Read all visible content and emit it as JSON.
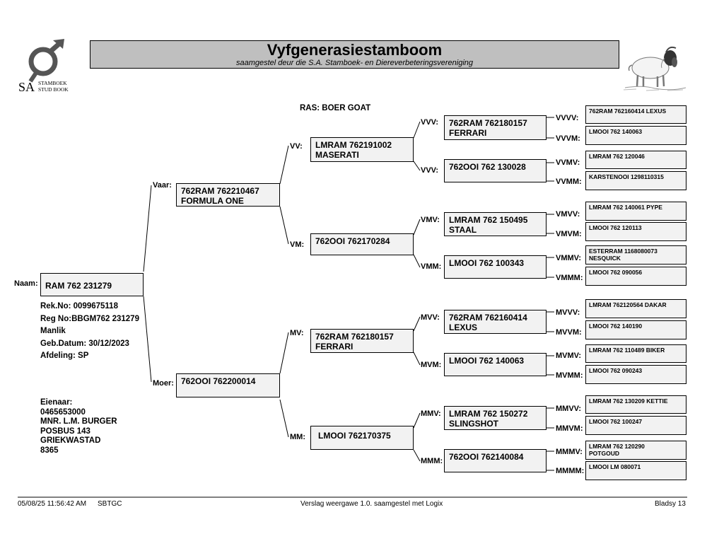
{
  "logo": {
    "brand": "SA",
    "line1": "STAMBOEK",
    "line2": "STUD BOOK"
  },
  "header": {
    "title": "Vyfgenerasiestamboom",
    "subtitle": "saamgestel deur die S.A. Stamboek- en Diereverbeteringsvereniging"
  },
  "breed": "RAS: BOER GOAT",
  "animal": {
    "label": "Naam:",
    "name": "RAM 762 231279",
    "rek_no": "Rek.No: 0099675118",
    "reg_no": "Reg No:BBGM762 231279",
    "sex": "Manlik",
    "birth": "Geb.Datum: 30/12/2023",
    "section": "Afdeling: SP"
  },
  "owner": {
    "label": "Eienaar:",
    "lines": [
      "0465653000",
      "MNR. L.M. BURGER",
      "POSBUS 143",
      "GRIEKWASTAD",
      "8365"
    ]
  },
  "gen1": {
    "vaar": {
      "label": "Vaar:",
      "name": "762RAM 762210467\nFORMULA ONE"
    },
    "moer": {
      "label": "Moer:",
      "name": "762OOI 762200014"
    }
  },
  "gen2": {
    "vv": {
      "label": "VV:",
      "name": "LMRAM 762191002\nMASERATI"
    },
    "vm": {
      "label": "VM:",
      "name": "762OOI 762170284"
    },
    "mv": {
      "label": "MV:",
      "name": "762RAM 762180157\nFERRARI"
    },
    "mm": {
      "label": "MM:",
      "name": "LMOOI 762170375"
    }
  },
  "gen3": {
    "vvv": {
      "label": "VVV:",
      "name": "762RAM 762180157\nFERRARI"
    },
    "vvm": {
      "label": "VVV:",
      "name": "762OOI 762 130028"
    },
    "vmv": {
      "label": "VMV:",
      "name": "LMRAM 762 150495\nSTAAL"
    },
    "vmm": {
      "label": "VMM:",
      "name": "LMOOI 762 100343"
    },
    "mvv": {
      "label": "MVV:",
      "name": "762RAM 762160414\nLEXUS"
    },
    "mvm": {
      "label": "MVM:",
      "name": "LMOOI 762 140063"
    },
    "mmv": {
      "label": "MMV:",
      "name": "LMRAM 762 150272\nSLINGSHOT"
    },
    "mmm": {
      "label": "MMM:",
      "name": "762OOI 762140084"
    }
  },
  "gen4": {
    "vvvv": {
      "label": "VVVV:",
      "name": "762RAM 762160414 LEXUS"
    },
    "vvvm": {
      "label": "VVVM:",
      "name": "LMOOI 762 140063"
    },
    "vvmv": {
      "label": "VVMV:",
      "name": "LMRAM 762 120046"
    },
    "vvmm": {
      "label": "VVMM:",
      "name": "KARSTENOOI 1298110315"
    },
    "vmvv": {
      "label": "VMVV:",
      "name": "LMRAM 762 140061 PYPE"
    },
    "vmvm": {
      "label": "VMVM:",
      "name": "LMOOI 762 120113"
    },
    "vmmv": {
      "label": "VMMV:",
      "name": "ESTERRAM 1168080073\nNESQUICK"
    },
    "vmmm": {
      "label": "VMMM:",
      "name": "LMOOI 762 090056"
    },
    "mvvv": {
      "label": "MVVV:",
      "name": "LMRAM 762120564  DAKAR"
    },
    "mvvm": {
      "label": "MVVM:",
      "name": "LMOOI 762 140190"
    },
    "mvmv": {
      "label": "MVMV:",
      "name": "LMRAM 762 110489 BIKER"
    },
    "mvmm": {
      "label": "MVMM:",
      "name": "LMOOI 762 090243"
    },
    "mmvv": {
      "label": "MMVV:",
      "name": "LMRAM 762 130209 KETTIE"
    },
    "mmvm": {
      "label": "MMVM:",
      "name": "LMOOI 762 100247"
    },
    "mmmv": {
      "label": "MMMV:",
      "name": "LMRAM 762 120290\nPOTGOUD"
    },
    "mmmm": {
      "label": "MMMM:",
      "name": "LMOOI LM 080071"
    }
  },
  "footer": {
    "datetime": "05/08/25 11:56:42 AM",
    "code": "SBTGC",
    "version": "Verslag weergawe 1.0. saamgestel met Logix",
    "page": "Bladsy 13"
  }
}
